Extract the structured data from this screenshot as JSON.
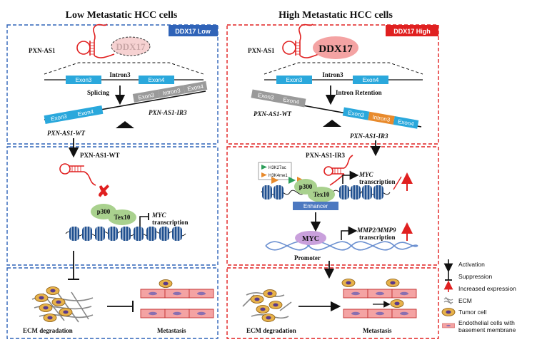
{
  "titles": {
    "left": "Low Metastatic HCC cells",
    "right": "High Metastatic HCC cells"
  },
  "badges": {
    "left": "DDX17 Low",
    "right": "DDX17 High"
  },
  "colors": {
    "blue_box": "#2f63b8",
    "red_box": "#e02020",
    "exon_blue": "#2aa8dc",
    "intron_orange": "#e88a2c",
    "intron_gray": "#9a9a9a",
    "green_blob": "#a9d18e",
    "purple_blob": "#c9a0dc"
  },
  "left": {
    "pxn_as1": "PXN-AS1",
    "ddx17": "DDX17",
    "exon3": "Exon3",
    "intron3": "Intron3",
    "exon4": "Exon4",
    "splicing": "Splicing",
    "beam_low_exon3": "Exon3",
    "beam_low_exon4": "Exon4",
    "beam_high_exon3": "Exon3",
    "beam_high_intron3": "Intron3",
    "beam_high_exon4": "Exon4",
    "wt_label": "PXN-AS1-WT",
    "ir3_label": "PXN-AS1-IR3",
    "wt_label2": "PXN-AS1-WT",
    "p300": "p300",
    "tex10": "Tex10",
    "myc": "MYC",
    "transcription": "transcription",
    "ecm": "ECM degradation",
    "metastasis": "Metastasis"
  },
  "right": {
    "pxn_as1": "PXN-AS1",
    "ddx17": "DDX17",
    "exon3": "Exon3",
    "intron3": "Intron3",
    "exon4": "Exon4",
    "retention": "Intron Retention",
    "beam_high_exon3": "Exon3",
    "beam_high_exon4": "Exon4",
    "beam_low_exon3": "Exon3",
    "beam_low_intron3": "Intron3",
    "beam_low_exon4": "Exon4",
    "wt_label": "PXN-AS1-WT",
    "ir3_label": "PXN-AS1-IR3",
    "ir3_label2": "PXN-AS1-IR3",
    "h3k27ac": "H3K27ac",
    "h3k4me1": "H3K4me1",
    "p300": "p300",
    "tex10": "Tex10",
    "myc": "MYC",
    "transcription": "transcription",
    "enhancer": "Enhancer",
    "myc_protein": "MYC",
    "mmp": "MMP2/MMP9",
    "transcription2": "transcription",
    "promoter": "Promoter",
    "ecm": "ECM degradation",
    "metastasis": "Metastasis"
  },
  "legend": {
    "activation": "Activation",
    "suppression": "Suppression",
    "increased": "Increased expression",
    "ecm": "ECM",
    "tumor": "Tumor cell",
    "endo1": "Endothelial cells with",
    "endo2": "basement membrane"
  }
}
